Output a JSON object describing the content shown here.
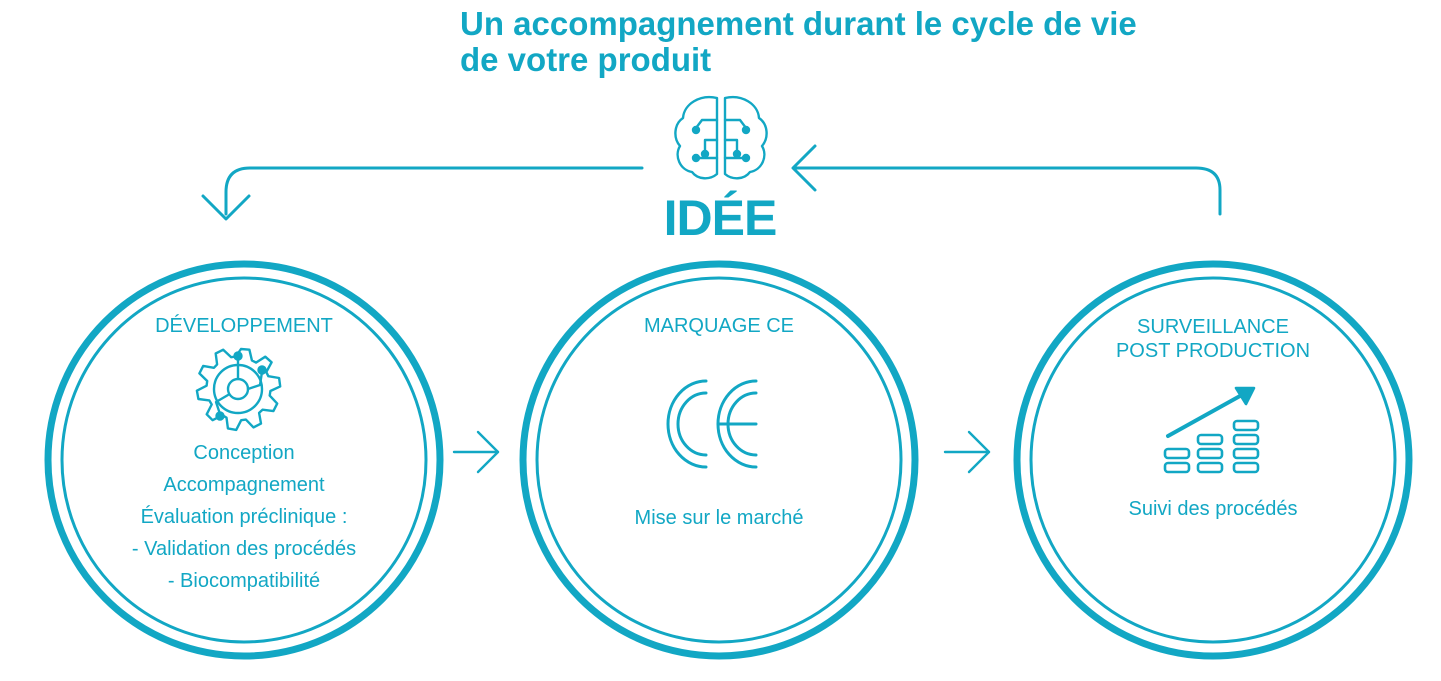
{
  "title_lines": [
    "Un accompagnement durant le cycle de vie",
    "de votre produit"
  ],
  "center_label": "IDÉE",
  "stages": [
    {
      "title_lines": [
        "DÉVELOPPEMENT"
      ],
      "icon": "gear-circuit-icon",
      "body_lines": [
        "Conception",
        "Accompagnement",
        "Évaluation préclinique :",
        "- Validation des procédés",
        "- Biocompatibilité"
      ]
    },
    {
      "title_lines": [
        "MARQUAGE CE"
      ],
      "icon": "ce-mark-icon",
      "body_lines": [
        "Mise sur le marché"
      ]
    },
    {
      "title_lines": [
        "SURVEILLANCE",
        "POST PRODUCTION"
      ],
      "icon": "growth-chart-icon",
      "body_lines": [
        "Suivi des procédés"
      ]
    }
  ],
  "colors": {
    "accent": "#12a7c4",
    "background": "#ffffff"
  }
}
